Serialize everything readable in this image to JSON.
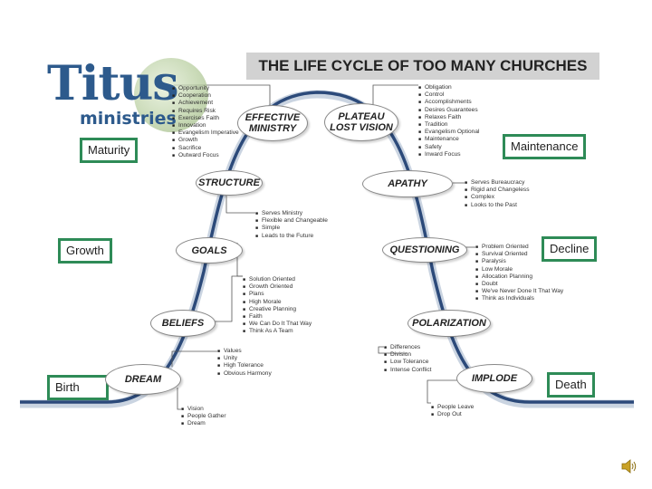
{
  "logo": {
    "word": "Titus",
    "sub": "ministries"
  },
  "title": "THE LIFE CYCLE OF TOO MANY CHURCHES",
  "stages": {
    "maturity": "Maturity",
    "growth": "Growth",
    "birth": "Birth",
    "maintenance": "Maintenance",
    "decline": "Decline",
    "death": "Death"
  },
  "ovals": {
    "effective": "EFFECTIVE\nMINISTRY",
    "structure": "STRUCTURE",
    "goals": "GOALS",
    "beliefs": "BELIEFS",
    "dream": "DREAM",
    "plateau": "PLATEAU\nLOST VISION",
    "apathy": "APATHY",
    "questioning": "QUESTIONING",
    "polarization": "POLARIZATION",
    "implode": "IMPLODE"
  },
  "lists": {
    "effective": [
      "Opportunity",
      "Cooperation",
      "Achievement",
      "Requires Risk",
      "Exercises Faith",
      "Innovation",
      "Evangelism Imperative",
      "Growth",
      "Sacrifice",
      "Outward Focus"
    ],
    "structure": [
      "Serves Ministry",
      "Flexible and Changeable",
      "Simple",
      "Leads to the Future"
    ],
    "goals": [
      "Solution Oriented",
      "Growth Oriented",
      "Plans",
      "High Morale",
      "Creative Planning",
      "Faith",
      "We Can Do It That Way",
      "Think As A Team"
    ],
    "beliefs": [
      "Values",
      "Unity",
      "High Tolerance",
      "Obvious Harmony"
    ],
    "dream": [
      "Vision",
      "People Gather",
      "Dream"
    ],
    "plateau": [
      "Obligation",
      "Control",
      "Accomplishments",
      "Desires Guarantees",
      "Relaxes Faith",
      "Tradition",
      "Evangelism Optional",
      "Maintenance",
      "Safety",
      "Inward Focus"
    ],
    "apathy": [
      "Serves Bureaucracy",
      "Rigid and Changeless",
      "Complex",
      "Looks to the Past"
    ],
    "questioning": [
      "Problem Oriented",
      "Survival Oriented",
      "Paralysis",
      "Low Morale",
      "Allocation Planning",
      "Doubt",
      "We've Never Done It That Way",
      "Think as Individuals"
    ],
    "polarization": [
      "Differences",
      "Division",
      "Low Tolerance",
      "Intense Conflict"
    ],
    "implode": [
      "People Leave",
      "Drop Out"
    ]
  },
  "colors": {
    "curve": "#2c4a7a",
    "box_border": "#2e8b57",
    "title_bg": "#d2d2d2"
  },
  "icons": {
    "speaker": "speaker-icon"
  }
}
